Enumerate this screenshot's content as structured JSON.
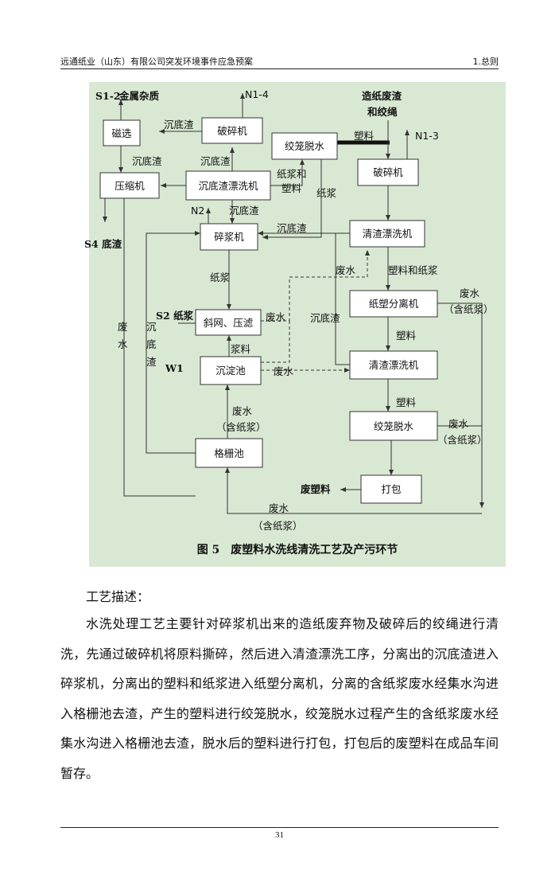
{
  "header": {
    "left": "远通纸业（山东）有限公司突发环境事件应急预案",
    "right": "1.总则"
  },
  "figure": {
    "caption": "图 5　废塑料水洗线清洗工艺及产污环节",
    "boxes": {
      "magnetic_sep": "磁选",
      "crusher_top": "破碎机",
      "cage_dewater_top": "绞笼脱水",
      "compressor": "压缩机",
      "sediment_rinser": "沉底渣漂洗机",
      "crusher_right": "破碎机",
      "pulper": "碎浆机",
      "slag_rinser_top": "清渣漂洗机",
      "paper_plastic_sep": "纸塑分离机",
      "screen_press": "斜网、压滤",
      "sedimentation_tank": "沉淀池",
      "slag_rinser_bottom": "清渣漂洗机",
      "cage_dewater_bottom": "绞笼脱水",
      "grille_tank": "格栅池",
      "baling": "打包"
    },
    "labels": {
      "s1_2": "S1-2",
      "metal_impurities": "金属杂质",
      "n1_4": "N1-4",
      "waste_residue_1": "造纸废渣",
      "waste_residue_2": "和绞绳",
      "n1_3": "N1-3",
      "plastic_1": "塑料",
      "sediment_1": "沉底渣",
      "sediment_2": "沉底渣",
      "sediment_3": "沉底渣",
      "pulp_plastic_1": "纸浆和",
      "pulp_plastic_2": "塑料",
      "pulp_1": "纸浆",
      "n2": "N2",
      "sediment_4": "沉底渣",
      "sediment_5": "沉底渣",
      "bottom_slag": "S4 底渣",
      "wastewater_1": "废水",
      "plastic_and_pulp": "塑料和纸浆",
      "pulp_2": "纸浆",
      "wastewater_2": "废水",
      "with_pulp_1": "（含纸浆）",
      "s2_pulp": "S2 纸浆",
      "wastewater_3": "废水",
      "sediment_6": "沉底渣",
      "plastic_2": "塑料",
      "waste_v1": "废",
      "waste_v2": "水",
      "sed_v1": "沉",
      "sed_v2": "底",
      "sed_v3": "渣",
      "slurry": "浆料",
      "w1": "W1",
      "wastewater_4": "废水",
      "plastic_3": "塑料",
      "wastewater_5": "废水",
      "with_pulp_2": "（含纸浆）",
      "wastewater_6": "废水",
      "with_pulp_3": "（含纸浆）",
      "waste_plastic": "废塑料",
      "wastewater_7": "废水",
      "with_pulp_4": "（含纸浆）"
    }
  },
  "description": {
    "title": "工艺描述：",
    "paragraph": "水洗处理工艺主要针对碎浆机出来的造纸废弃物及破碎后的绞绳进行清洗，先通过破碎机将原料撕碎，然后进入清渣漂洗工序，分离出的沉底渣进入碎浆机，分离出的塑料和纸浆进入纸塑分离机，分离的含纸浆废水经集水沟进入格栅池去渣，产生的塑料进行绞笼脱水，绞笼脱水过程产生的含纸浆废水经集水沟进入格栅池去渣，脱水后的塑料进行打包，打包后的废塑料在成品车间暂存。"
  },
  "footer": {
    "page": "31"
  }
}
